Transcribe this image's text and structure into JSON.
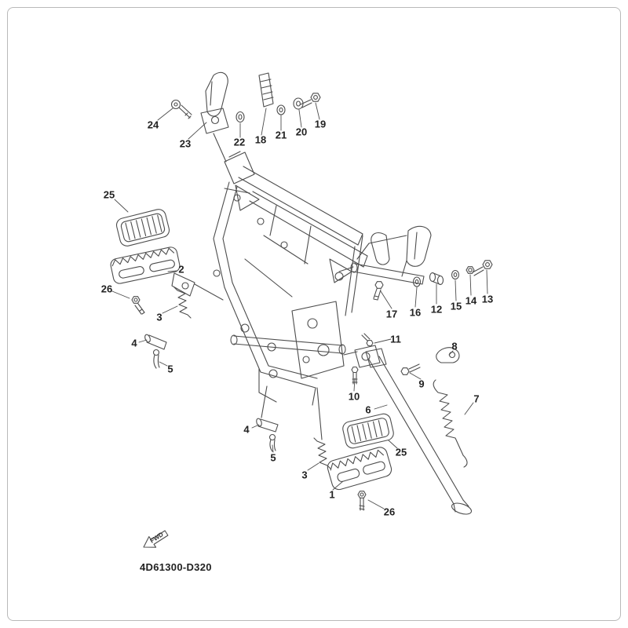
{
  "diagram": {
    "code": "4D61300-D320",
    "fwd_label": "FWD",
    "labels": [
      {
        "text": "24"
      },
      {
        "text": "23"
      },
      {
        "text": "22"
      },
      {
        "text": "18"
      },
      {
        "text": "21"
      },
      {
        "text": "20"
      },
      {
        "text": "19"
      },
      {
        "text": "25"
      },
      {
        "text": "2"
      },
      {
        "text": "26"
      },
      {
        "text": "3"
      },
      {
        "text": "4"
      },
      {
        "text": "5"
      },
      {
        "text": "17"
      },
      {
        "text": "16"
      },
      {
        "text": "12"
      },
      {
        "text": "15"
      },
      {
        "text": "14"
      },
      {
        "text": "13"
      },
      {
        "text": "11"
      },
      {
        "text": "8"
      },
      {
        "text": "9"
      },
      {
        "text": "10"
      },
      {
        "text": "6"
      },
      {
        "text": "7"
      },
      {
        "text": "4"
      },
      {
        "text": "5"
      },
      {
        "text": "25"
      },
      {
        "text": "3"
      },
      {
        "text": "1"
      },
      {
        "text": "26"
      }
    ]
  }
}
